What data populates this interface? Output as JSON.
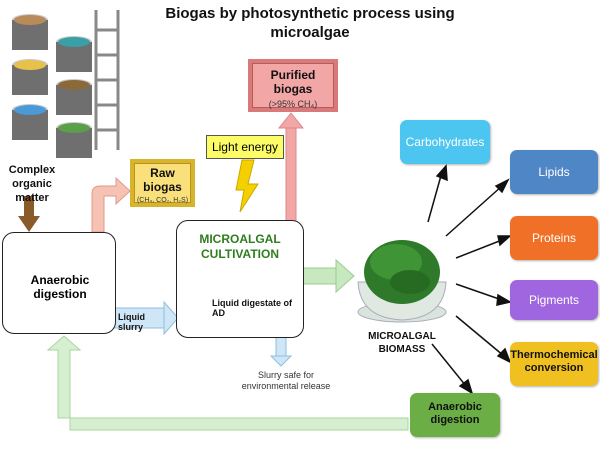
{
  "title": "Biogas by photosynthetic process using microalgae",
  "complex_organic_matter": "Complex organic matter",
  "anaerobic_digestion": "Anaerobic digestion",
  "liquid_slurry": "Liquid slurry",
  "raw_biogas": {
    "label": "Raw biogas",
    "composition": "(CH₄, CO₂, H₂S)"
  },
  "purified_biogas": {
    "label": "Purified biogas",
    "composition": "(>95% CH₄)"
  },
  "light_energy": "Light energy",
  "microalgal_cultivation": "MICROALGAL CULTIVATION",
  "liquid_digestate": "Liquid digestate of AD",
  "slurry_release": "Slurry safe for environmental release",
  "microalgal_biomass": "MICROALGAL BIOMASS",
  "products": {
    "carbohydrates": "Carbohydrates",
    "lipids": "Lipids",
    "proteins": "Proteins",
    "pigments": "Pigments",
    "thermochemical": "Thermochemical conversion",
    "anaerobic_digestion": "Anaerobic digestion"
  },
  "colors": {
    "raw_biogas": "#f9e07a",
    "purified_biogas": "#f2a6a6",
    "light_energy": "#fcfc66",
    "cultivation_text": "#2e7d1e",
    "carbohydrates": "#4cc6f0",
    "lipids": "#4f86c6",
    "proteins": "#f07028",
    "pigments": "#a066e0",
    "thermochemical": "#f0c020",
    "anaerobic_digestion_output": "#6aae45",
    "flow_arrow": "#c8e8c0",
    "slurry_arrow": "#a8d4f0"
  },
  "icons": [
    "waste-bins-icon",
    "ladder-icon",
    "lightning-icon",
    "microalgae-bowl-icon"
  ]
}
